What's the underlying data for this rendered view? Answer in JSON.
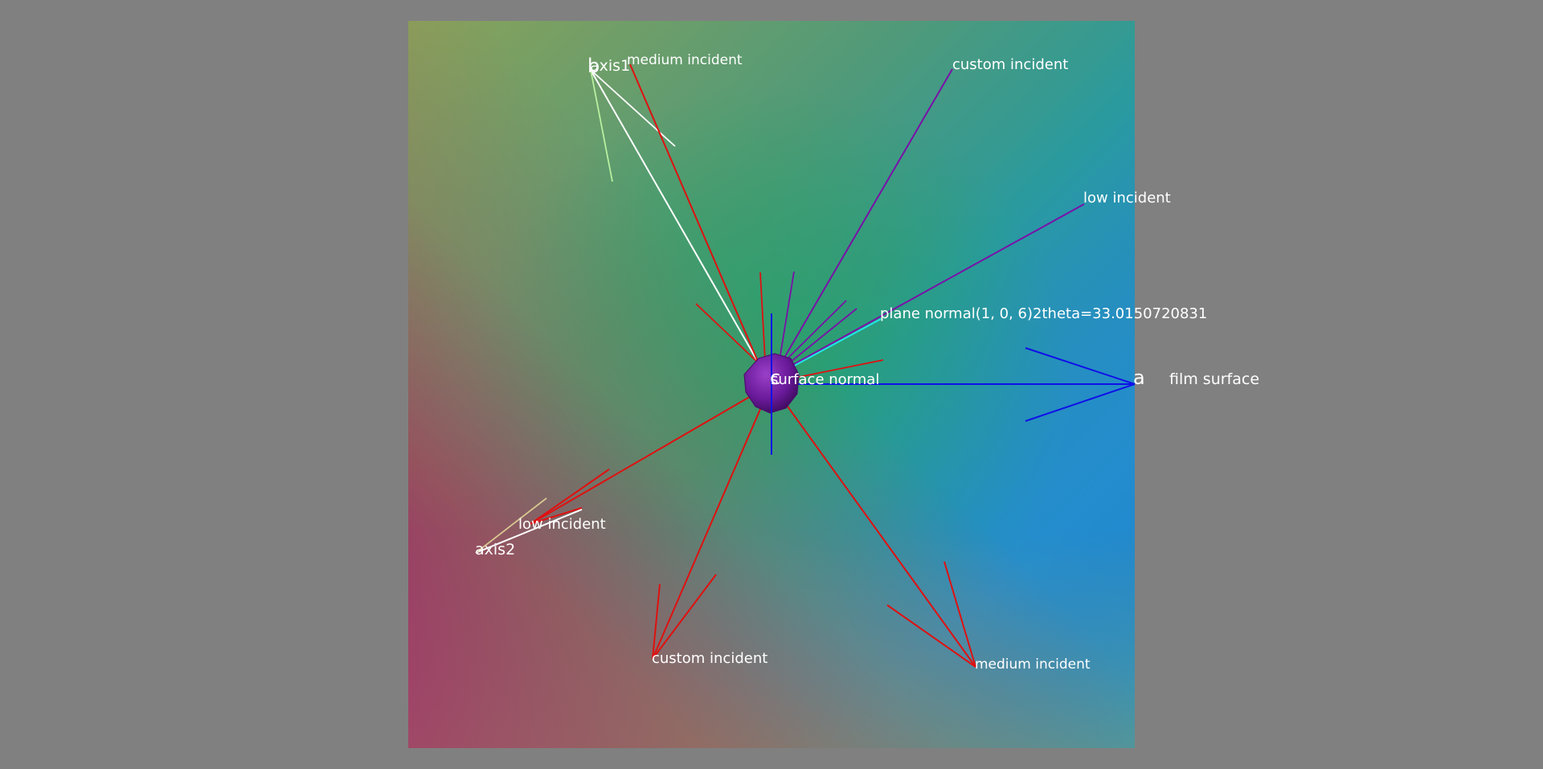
{
  "labels": {
    "b": "b",
    "axis1": "axis1",
    "medium_incident_top": "medium incident",
    "custom_incident_top": "custom incident",
    "low_incident_right": "low incident",
    "plane_normal": "plane normal(1, 0, 6)2theta=33.0150720831",
    "c": "c",
    "surface_normal": "surface normal",
    "a": "a",
    "film_surface": "film surface",
    "low_incident_left": "low incident",
    "axis2": "axis2",
    "custom_incident_bottom": "custom incident",
    "medium_incident_bottom": "medium incident"
  },
  "colors": {
    "background": "#808080",
    "incident_red": "#e01010",
    "incident_purple": "#7a10a8",
    "axis_blue": "#1010e8",
    "plane_normal_cyan": "#22e6e6",
    "axis_white": "#ffffff",
    "axis_light_green": "#b8f0a0",
    "axis_tan": "#d8c890",
    "sphere_purple": "#6a1a9a",
    "text": "#ffffff"
  }
}
